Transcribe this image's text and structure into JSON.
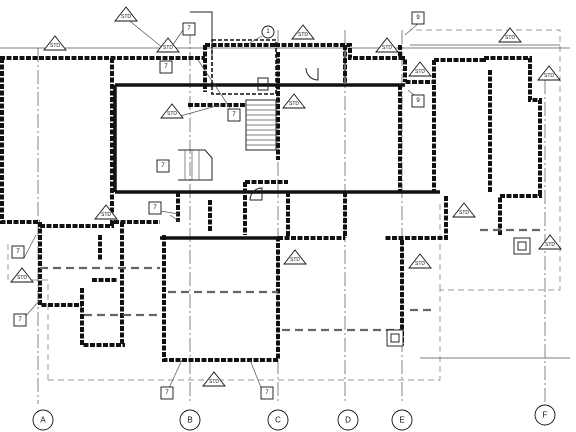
{
  "drawing": {
    "grid_labels": [
      "A",
      "B",
      "C",
      "D",
      "E",
      "F"
    ],
    "std_label": "STD",
    "detail_tag": "7",
    "window_tag": "9",
    "callout_marker": "1"
  }
}
